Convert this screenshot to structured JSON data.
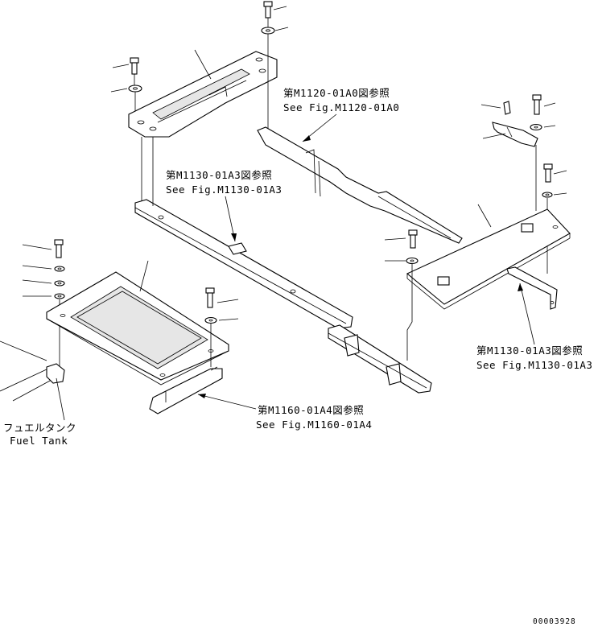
{
  "refs": {
    "m1120_jp": "第M1120-01A0図参照",
    "m1120_en": "See Fig.M1120-01A0",
    "m1130a_jp": "第M1130-01A3図参照",
    "m1130a_en": "See Fig.M1130-01A3",
    "m1130b_jp": "第M1130-01A3図参照",
    "m1130b_en": "See Fig.M1130-01A3",
    "m1160_jp": "第M1160-01A4図参照",
    "m1160_en": "See Fig.M1160-01A4"
  },
  "fuel_tank": {
    "jp": "フュエルタンク",
    "en": "Fuel Tank"
  },
  "drawing_number": "00003928"
}
